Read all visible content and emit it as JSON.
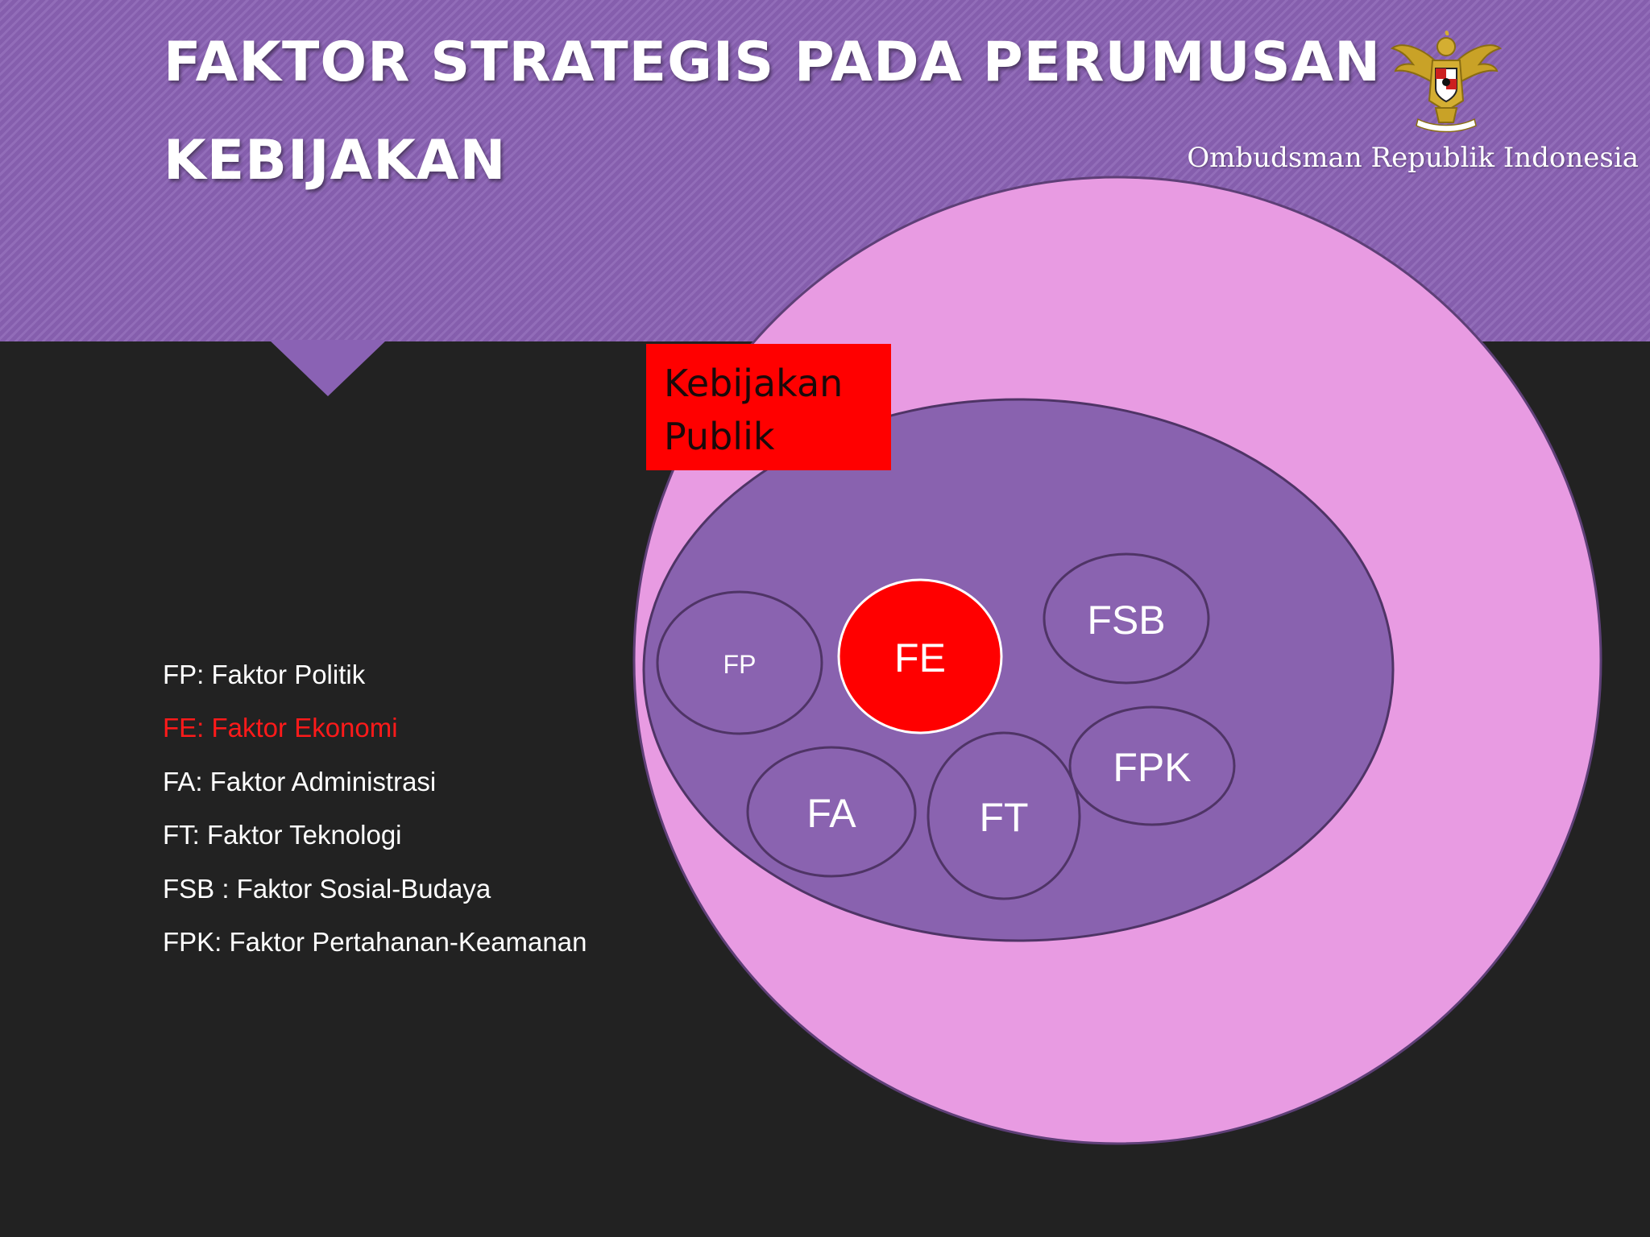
{
  "header": {
    "title_line_1": "FAKTOR STRATEGIS PADA PERUMUSAN",
    "title_line_2": "KEBIJAKAN",
    "organization": "Ombudsman Republik Indonesia",
    "logo_icon": "garuda-emblem-icon"
  },
  "colors": {
    "header_band": "#8a62b4",
    "background": "#222222",
    "outer_circle": "#e89be2",
    "inner_ellipse": "#8962af",
    "highlight": "#ff0000"
  },
  "diagram": {
    "box_label": "Kebijakan Publik",
    "box_line_1": "Kebijakan",
    "box_line_2": "Publik",
    "factors": [
      {
        "abbr": "FP",
        "highlight": false
      },
      {
        "abbr": "FE",
        "highlight": true
      },
      {
        "abbr": "FSB",
        "highlight": false
      },
      {
        "abbr": "FA",
        "highlight": false
      },
      {
        "abbr": "FT",
        "highlight": false
      },
      {
        "abbr": "FPK",
        "highlight": false
      }
    ]
  },
  "legend": [
    {
      "text": "FP: Faktor Politik",
      "highlight": false
    },
    {
      "text": "FE: Faktor Ekonomi",
      "highlight": true
    },
    {
      "text": "FA: Faktor Administrasi",
      "highlight": false
    },
    {
      "text": "FT: Faktor Teknologi",
      "highlight": false
    },
    {
      "text": "FSB : Faktor Sosial-Budaya",
      "highlight": false
    },
    {
      "text": "FPK: Faktor Pertahanan-Keamanan",
      "highlight": false
    }
  ]
}
